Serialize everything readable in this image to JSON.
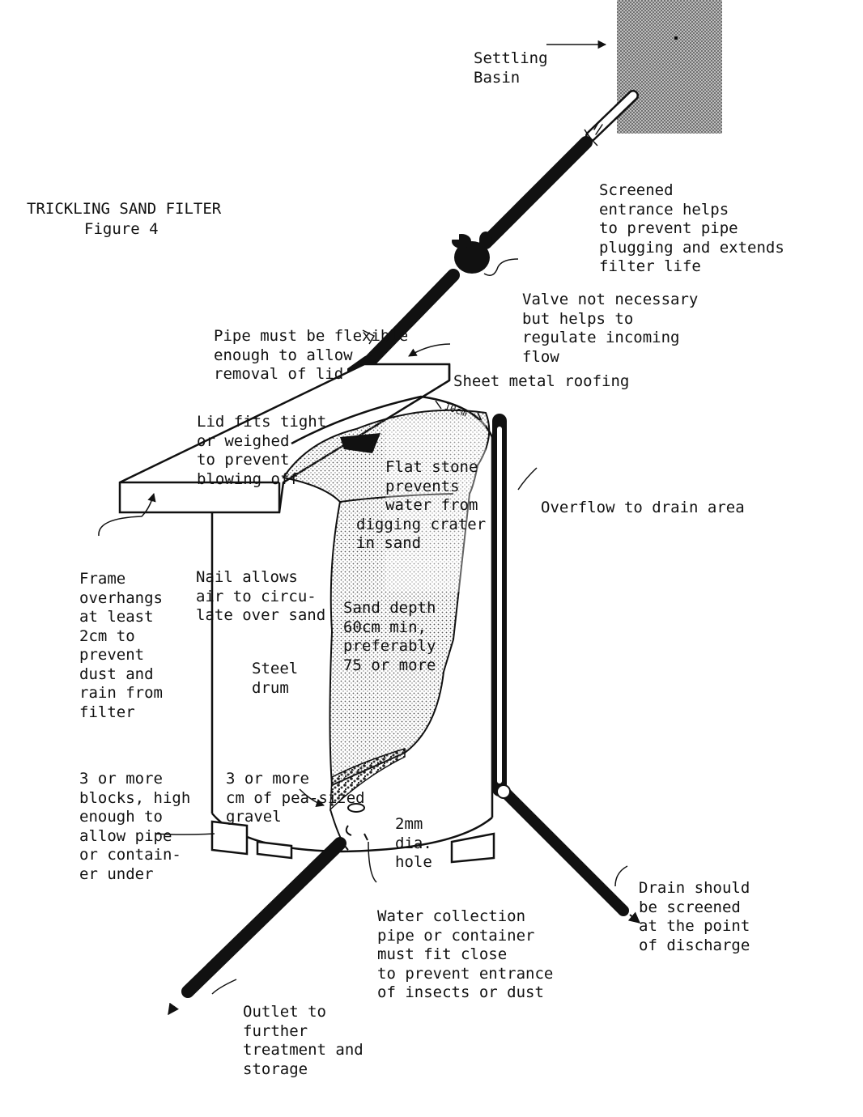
{
  "figure": {
    "title": "TRICKLING SAND FILTER",
    "subtitle": "Figure 4"
  },
  "labels": {
    "settling_basin": [
      "Settling",
      "Basin"
    ],
    "screened_entrance": [
      "Screened",
      "entrance helps",
      "to prevent pipe",
      "plugging and extends",
      "filter life"
    ],
    "valve": [
      "Valve not necessary",
      "but helps to",
      "regulate incoming",
      "flow"
    ],
    "pipe_flexible": [
      "Pipe must be flexible",
      "enough to allow",
      "removal of lid"
    ],
    "sheet_metal": [
      "Sheet metal roofing"
    ],
    "lid_fits": [
      "Lid fits tight",
      "or weighed",
      "to prevent",
      "blowing off"
    ],
    "flat_stone": [
      "Flat stone",
      "prevents",
      "water from",
      "digging crater",
      "in sand"
    ],
    "ten_cm": "10cm",
    "overflow": [
      "Overflow to drain area"
    ],
    "frame_overhangs": [
      "Frame",
      "overhangs",
      "at least",
      "2cm to",
      "prevent",
      "dust and",
      "rain from",
      "filter"
    ],
    "nail_allows": [
      "Nail allows",
      "air to circu-",
      "late over sand"
    ],
    "sand_depth": [
      "Sand depth",
      "60cm min,",
      "preferably",
      "75 or more"
    ],
    "steel_drum": [
      "Steel",
      "drum"
    ],
    "blocks": [
      "3 or more",
      "blocks, high",
      "enough to",
      "allow pipe",
      "or contain-",
      "er under"
    ],
    "gravel": [
      "3 or more",
      "cm of pea-sized",
      "gravel"
    ],
    "hole": [
      "2mm",
      "dia.",
      "hole"
    ],
    "drain_screened": [
      "Drain should",
      "be screened",
      "at the point",
      "of discharge"
    ],
    "water_collection": [
      "Water collection",
      "pipe or container",
      "must fit close",
      "to prevent entrance",
      "of insects or dust"
    ],
    "outlet": [
      "Outlet to",
      "further",
      "treatment and",
      "storage"
    ]
  },
  "colors": {
    "ink": "#111111",
    "paper": "#ffffff",
    "stipple": "#6a6a6a"
  }
}
